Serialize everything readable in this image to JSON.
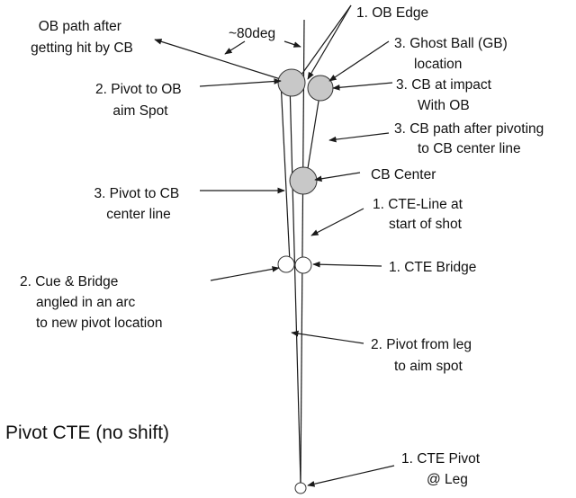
{
  "title": "Pivot CTE (no shift)",
  "angle_label": "~80deg",
  "labels": {
    "ob_path": [
      "OB path after",
      "getting hit by CB"
    ],
    "pivot_ob": [
      "2. Pivot to OB",
      "aim Spot"
    ],
    "pivot_cb": [
      "3. Pivot to CB",
      "center line"
    ],
    "cue_bridge": [
      "2. Cue & Bridge",
      "angled in an arc",
      "to new pivot location"
    ],
    "ob_edge": [
      "1. OB Edge"
    ],
    "ghost_ball": [
      "3. Ghost Ball (GB)",
      "location"
    ],
    "cb_impact": [
      "3. CB at impact",
      "With OB"
    ],
    "cb_path": [
      "3. CB path after pivoting",
      "to CB center line"
    ],
    "cb_center": [
      "CB Center"
    ],
    "cte_line": [
      "1. CTE-Line at",
      "start of shot"
    ],
    "cte_bridge": [
      "1. CTE Bridge"
    ],
    "pivot_leg": [
      "2. Pivot from leg",
      "to aim spot"
    ],
    "cte_pivot": [
      "1.  CTE Pivot",
      "@ Leg"
    ]
  },
  "colors": {
    "ball_gray": "#c8c8c8",
    "ball_white": "#ffffff",
    "line": "#1a1a1a"
  }
}
